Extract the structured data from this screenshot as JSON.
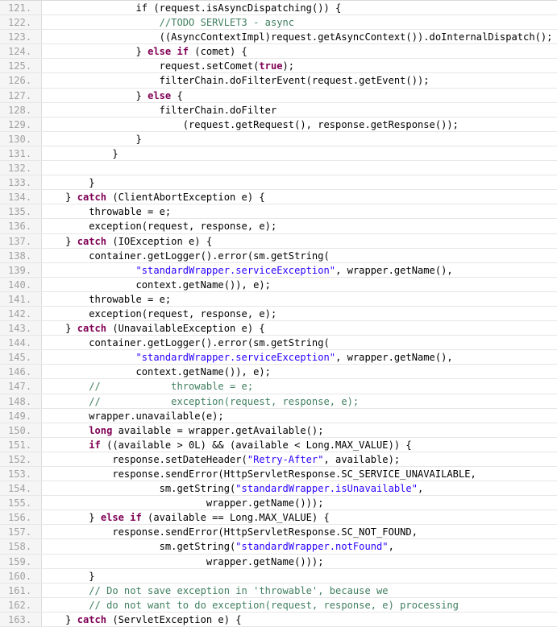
{
  "colors": {
    "keyword": "#7f0055",
    "string": "#2a00ff",
    "comment": "#3f7f5f",
    "plain": "#000000",
    "line_number": "#a0a0a0",
    "gutter_background": "#f5f5f5",
    "background": "#ffffff"
  },
  "lines": [
    {
      "number": "121.",
      "tokens": [
        {
          "t": "plain",
          "v": "                if ("
        },
        {
          "t": "plain",
          "v": "request.isAsyncDispatching()) {"
        }
      ]
    },
    {
      "number": "122.",
      "tokens": [
        {
          "t": "plain",
          "v": "                    "
        },
        {
          "t": "comment",
          "v": "//TODO SERVLET3 - async"
        }
      ]
    },
    {
      "number": "123.",
      "tokens": [
        {
          "t": "plain",
          "v": "                    ((AsyncContextImpl)request.getAsyncContext()).doInternalDispatch();"
        }
      ]
    },
    {
      "number": "124.",
      "tokens": [
        {
          "t": "plain",
          "v": "                } "
        },
        {
          "t": "keyword",
          "v": "else if"
        },
        {
          "t": "plain",
          "v": " (comet) {"
        }
      ]
    },
    {
      "number": "125.",
      "tokens": [
        {
          "t": "plain",
          "v": "                    request.setComet("
        },
        {
          "t": "keyword",
          "v": "true"
        },
        {
          "t": "plain",
          "v": ");"
        }
      ]
    },
    {
      "number": "126.",
      "tokens": [
        {
          "t": "plain",
          "v": "                    filterChain.doFilterEvent(request.getEvent());"
        }
      ]
    },
    {
      "number": "127.",
      "tokens": [
        {
          "t": "plain",
          "v": "                } "
        },
        {
          "t": "keyword",
          "v": "else"
        },
        {
          "t": "plain",
          "v": " {"
        }
      ]
    },
    {
      "number": "128.",
      "tokens": [
        {
          "t": "plain",
          "v": "                    filterChain.doFilter"
        }
      ]
    },
    {
      "number": "129.",
      "tokens": [
        {
          "t": "plain",
          "v": "                        (request.getRequest(), response.getResponse());"
        }
      ]
    },
    {
      "number": "130.",
      "tokens": [
        {
          "t": "plain",
          "v": "                }"
        }
      ]
    },
    {
      "number": "131.",
      "tokens": [
        {
          "t": "plain",
          "v": "            }"
        }
      ]
    },
    {
      "number": "132.",
      "tokens": [
        {
          "t": "plain",
          "v": ""
        }
      ]
    },
    {
      "number": "133.",
      "tokens": [
        {
          "t": "plain",
          "v": "        }"
        }
      ]
    },
    {
      "number": "134.",
      "tokens": [
        {
          "t": "plain",
          "v": "    } "
        },
        {
          "t": "keyword",
          "v": "catch"
        },
        {
          "t": "plain",
          "v": " (ClientAbortException e) {"
        }
      ]
    },
    {
      "number": "135.",
      "tokens": [
        {
          "t": "plain",
          "v": "        throwable = e;"
        }
      ]
    },
    {
      "number": "136.",
      "tokens": [
        {
          "t": "plain",
          "v": "        exception(request, response, e);"
        }
      ]
    },
    {
      "number": "137.",
      "tokens": [
        {
          "t": "plain",
          "v": "    } "
        },
        {
          "t": "keyword",
          "v": "catch"
        },
        {
          "t": "plain",
          "v": " (IOException e) {"
        }
      ]
    },
    {
      "number": "138.",
      "tokens": [
        {
          "t": "plain",
          "v": "        container.getLogger().error(sm.getString("
        }
      ]
    },
    {
      "number": "139.",
      "tokens": [
        {
          "t": "plain",
          "v": "                "
        },
        {
          "t": "string",
          "v": "\"standardWrapper.serviceException\""
        },
        {
          "t": "plain",
          "v": ", wrapper.getName(),"
        }
      ]
    },
    {
      "number": "140.",
      "tokens": [
        {
          "t": "plain",
          "v": "                context.getName()), e);"
        }
      ]
    },
    {
      "number": "141.",
      "tokens": [
        {
          "t": "plain",
          "v": "        throwable = e;"
        }
      ]
    },
    {
      "number": "142.",
      "tokens": [
        {
          "t": "plain",
          "v": "        exception(request, response, e);"
        }
      ]
    },
    {
      "number": "143.",
      "tokens": [
        {
          "t": "plain",
          "v": "    } "
        },
        {
          "t": "keyword",
          "v": "catch"
        },
        {
          "t": "plain",
          "v": " (UnavailableException e) {"
        }
      ]
    },
    {
      "number": "144.",
      "tokens": [
        {
          "t": "plain",
          "v": "        container.getLogger().error(sm.getString("
        }
      ]
    },
    {
      "number": "145.",
      "tokens": [
        {
          "t": "plain",
          "v": "                "
        },
        {
          "t": "string",
          "v": "\"standardWrapper.serviceException\""
        },
        {
          "t": "plain",
          "v": ", wrapper.getName(),"
        }
      ]
    },
    {
      "number": "146.",
      "tokens": [
        {
          "t": "plain",
          "v": "                context.getName()), e);"
        }
      ]
    },
    {
      "number": "147.",
      "tokens": [
        {
          "t": "plain",
          "v": "        "
        },
        {
          "t": "comment",
          "v": "//            throwable = e;"
        }
      ]
    },
    {
      "number": "148.",
      "tokens": [
        {
          "t": "plain",
          "v": "        "
        },
        {
          "t": "comment",
          "v": "//            exception(request, response, e);"
        }
      ]
    },
    {
      "number": "149.",
      "tokens": [
        {
          "t": "plain",
          "v": "        wrapper.unavailable(e);"
        }
      ]
    },
    {
      "number": "150.",
      "tokens": [
        {
          "t": "plain",
          "v": "        "
        },
        {
          "t": "keyword",
          "v": "long"
        },
        {
          "t": "plain",
          "v": " available = wrapper.getAvailable();"
        }
      ]
    },
    {
      "number": "151.",
      "tokens": [
        {
          "t": "plain",
          "v": "        "
        },
        {
          "t": "keyword",
          "v": "if"
        },
        {
          "t": "plain",
          "v": " ((available > 0L) && (available < Long.MAX_VALUE)) {"
        }
      ]
    },
    {
      "number": "152.",
      "tokens": [
        {
          "t": "plain",
          "v": "            response.setDateHeader("
        },
        {
          "t": "string",
          "v": "\"Retry-After\""
        },
        {
          "t": "plain",
          "v": ", available);"
        }
      ]
    },
    {
      "number": "153.",
      "tokens": [
        {
          "t": "plain",
          "v": "            response.sendError(HttpServletResponse.SC_SERVICE_UNAVAILABLE,"
        }
      ]
    },
    {
      "number": "154.",
      "tokens": [
        {
          "t": "plain",
          "v": "                    sm.getString("
        },
        {
          "t": "string",
          "v": "\"standardWrapper.isUnavailable\""
        },
        {
          "t": "plain",
          "v": ","
        }
      ]
    },
    {
      "number": "155.",
      "tokens": [
        {
          "t": "plain",
          "v": "                            wrapper.getName()));"
        }
      ]
    },
    {
      "number": "156.",
      "tokens": [
        {
          "t": "plain",
          "v": "        } "
        },
        {
          "t": "keyword",
          "v": "else if"
        },
        {
          "t": "plain",
          "v": " (available == Long.MAX_VALUE) {"
        }
      ]
    },
    {
      "number": "157.",
      "tokens": [
        {
          "t": "plain",
          "v": "            response.sendError(HttpServletResponse.SC_NOT_FOUND,"
        }
      ]
    },
    {
      "number": "158.",
      "tokens": [
        {
          "t": "plain",
          "v": "                    sm.getString("
        },
        {
          "t": "string",
          "v": "\"standardWrapper.notFound\""
        },
        {
          "t": "plain",
          "v": ","
        }
      ]
    },
    {
      "number": "159.",
      "tokens": [
        {
          "t": "plain",
          "v": "                            wrapper.getName()));"
        }
      ]
    },
    {
      "number": "160.",
      "tokens": [
        {
          "t": "plain",
          "v": "        }"
        }
      ]
    },
    {
      "number": "161.",
      "tokens": [
        {
          "t": "plain",
          "v": "        "
        },
        {
          "t": "comment",
          "v": "// Do not save exception in 'throwable', because we"
        }
      ]
    },
    {
      "number": "162.",
      "tokens": [
        {
          "t": "plain",
          "v": "        "
        },
        {
          "t": "comment",
          "v": "// do not want to do exception(request, response, e) processing"
        }
      ]
    },
    {
      "number": "163.",
      "tokens": [
        {
          "t": "plain",
          "v": "    } "
        },
        {
          "t": "keyword",
          "v": "catch"
        },
        {
          "t": "plain",
          "v": " (ServletException e) {"
        }
      ]
    }
  ]
}
